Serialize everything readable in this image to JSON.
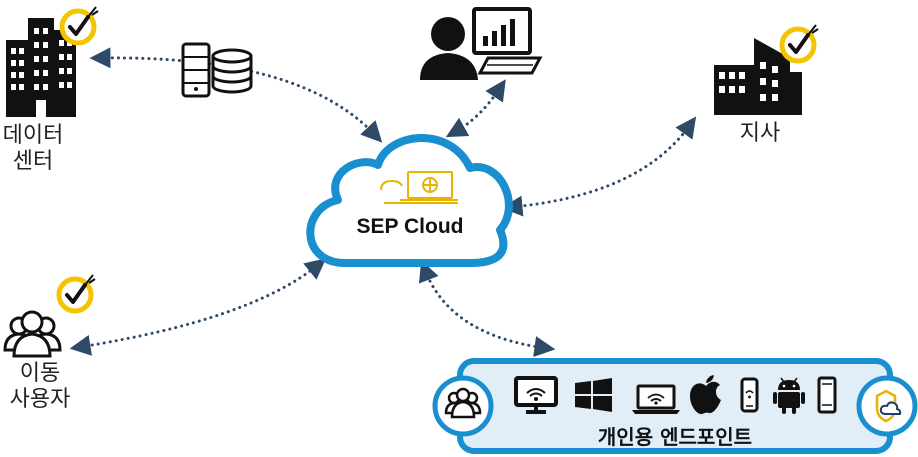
{
  "nodes": {
    "datacenter": {
      "label_line1": "데이터",
      "label_line2": "센터",
      "icon": "office-building-icon",
      "badge": "norton-check-badge"
    },
    "admin": {
      "icon": "admin-at-monitor-icon"
    },
    "branch": {
      "label": "지사",
      "icon": "branch-office-building-icon",
      "badge": "norton-check-badge"
    },
    "mobile_users": {
      "label_line1": "이동",
      "label_line2": "사용자",
      "icon": "users-group-icon",
      "badge": "norton-check-badge"
    },
    "cloud": {
      "label": "SEP Cloud",
      "icon": "cloud-console-icon"
    },
    "endpoints": {
      "label": "개인용 엔드포인트",
      "device_icons": [
        "monitor-wifi-icon",
        "windows-icon",
        "laptop-wifi-icon",
        "apple-icon",
        "phone-icon",
        "android-icon",
        "mobile-device-icon"
      ],
      "left_icon": "users-group-icon",
      "right_icon": "shield-cloud-icon"
    }
  },
  "colors": {
    "cloud_stroke": "#1a8fd0",
    "endpoint_box_fill": "#e1eef8",
    "badge_ring": "#f5c400",
    "connector": "#2f4a66",
    "icon_dark": "#111111"
  }
}
